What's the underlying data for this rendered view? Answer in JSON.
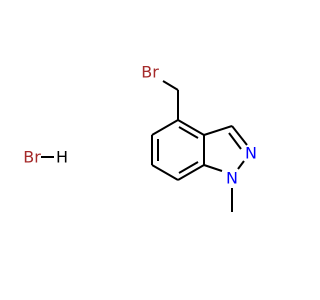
{
  "molecule": {
    "atoms": {
      "bromine_side_chain": "Br",
      "n2": "N",
      "n1": "N",
      "hbr_br": "Br",
      "hbr_h": "H"
    },
    "colors": {
      "bond": "#000000",
      "bromine": "#a52a2a",
      "nitrogen": "#0000ff",
      "hydrogen": "#000000"
    }
  }
}
